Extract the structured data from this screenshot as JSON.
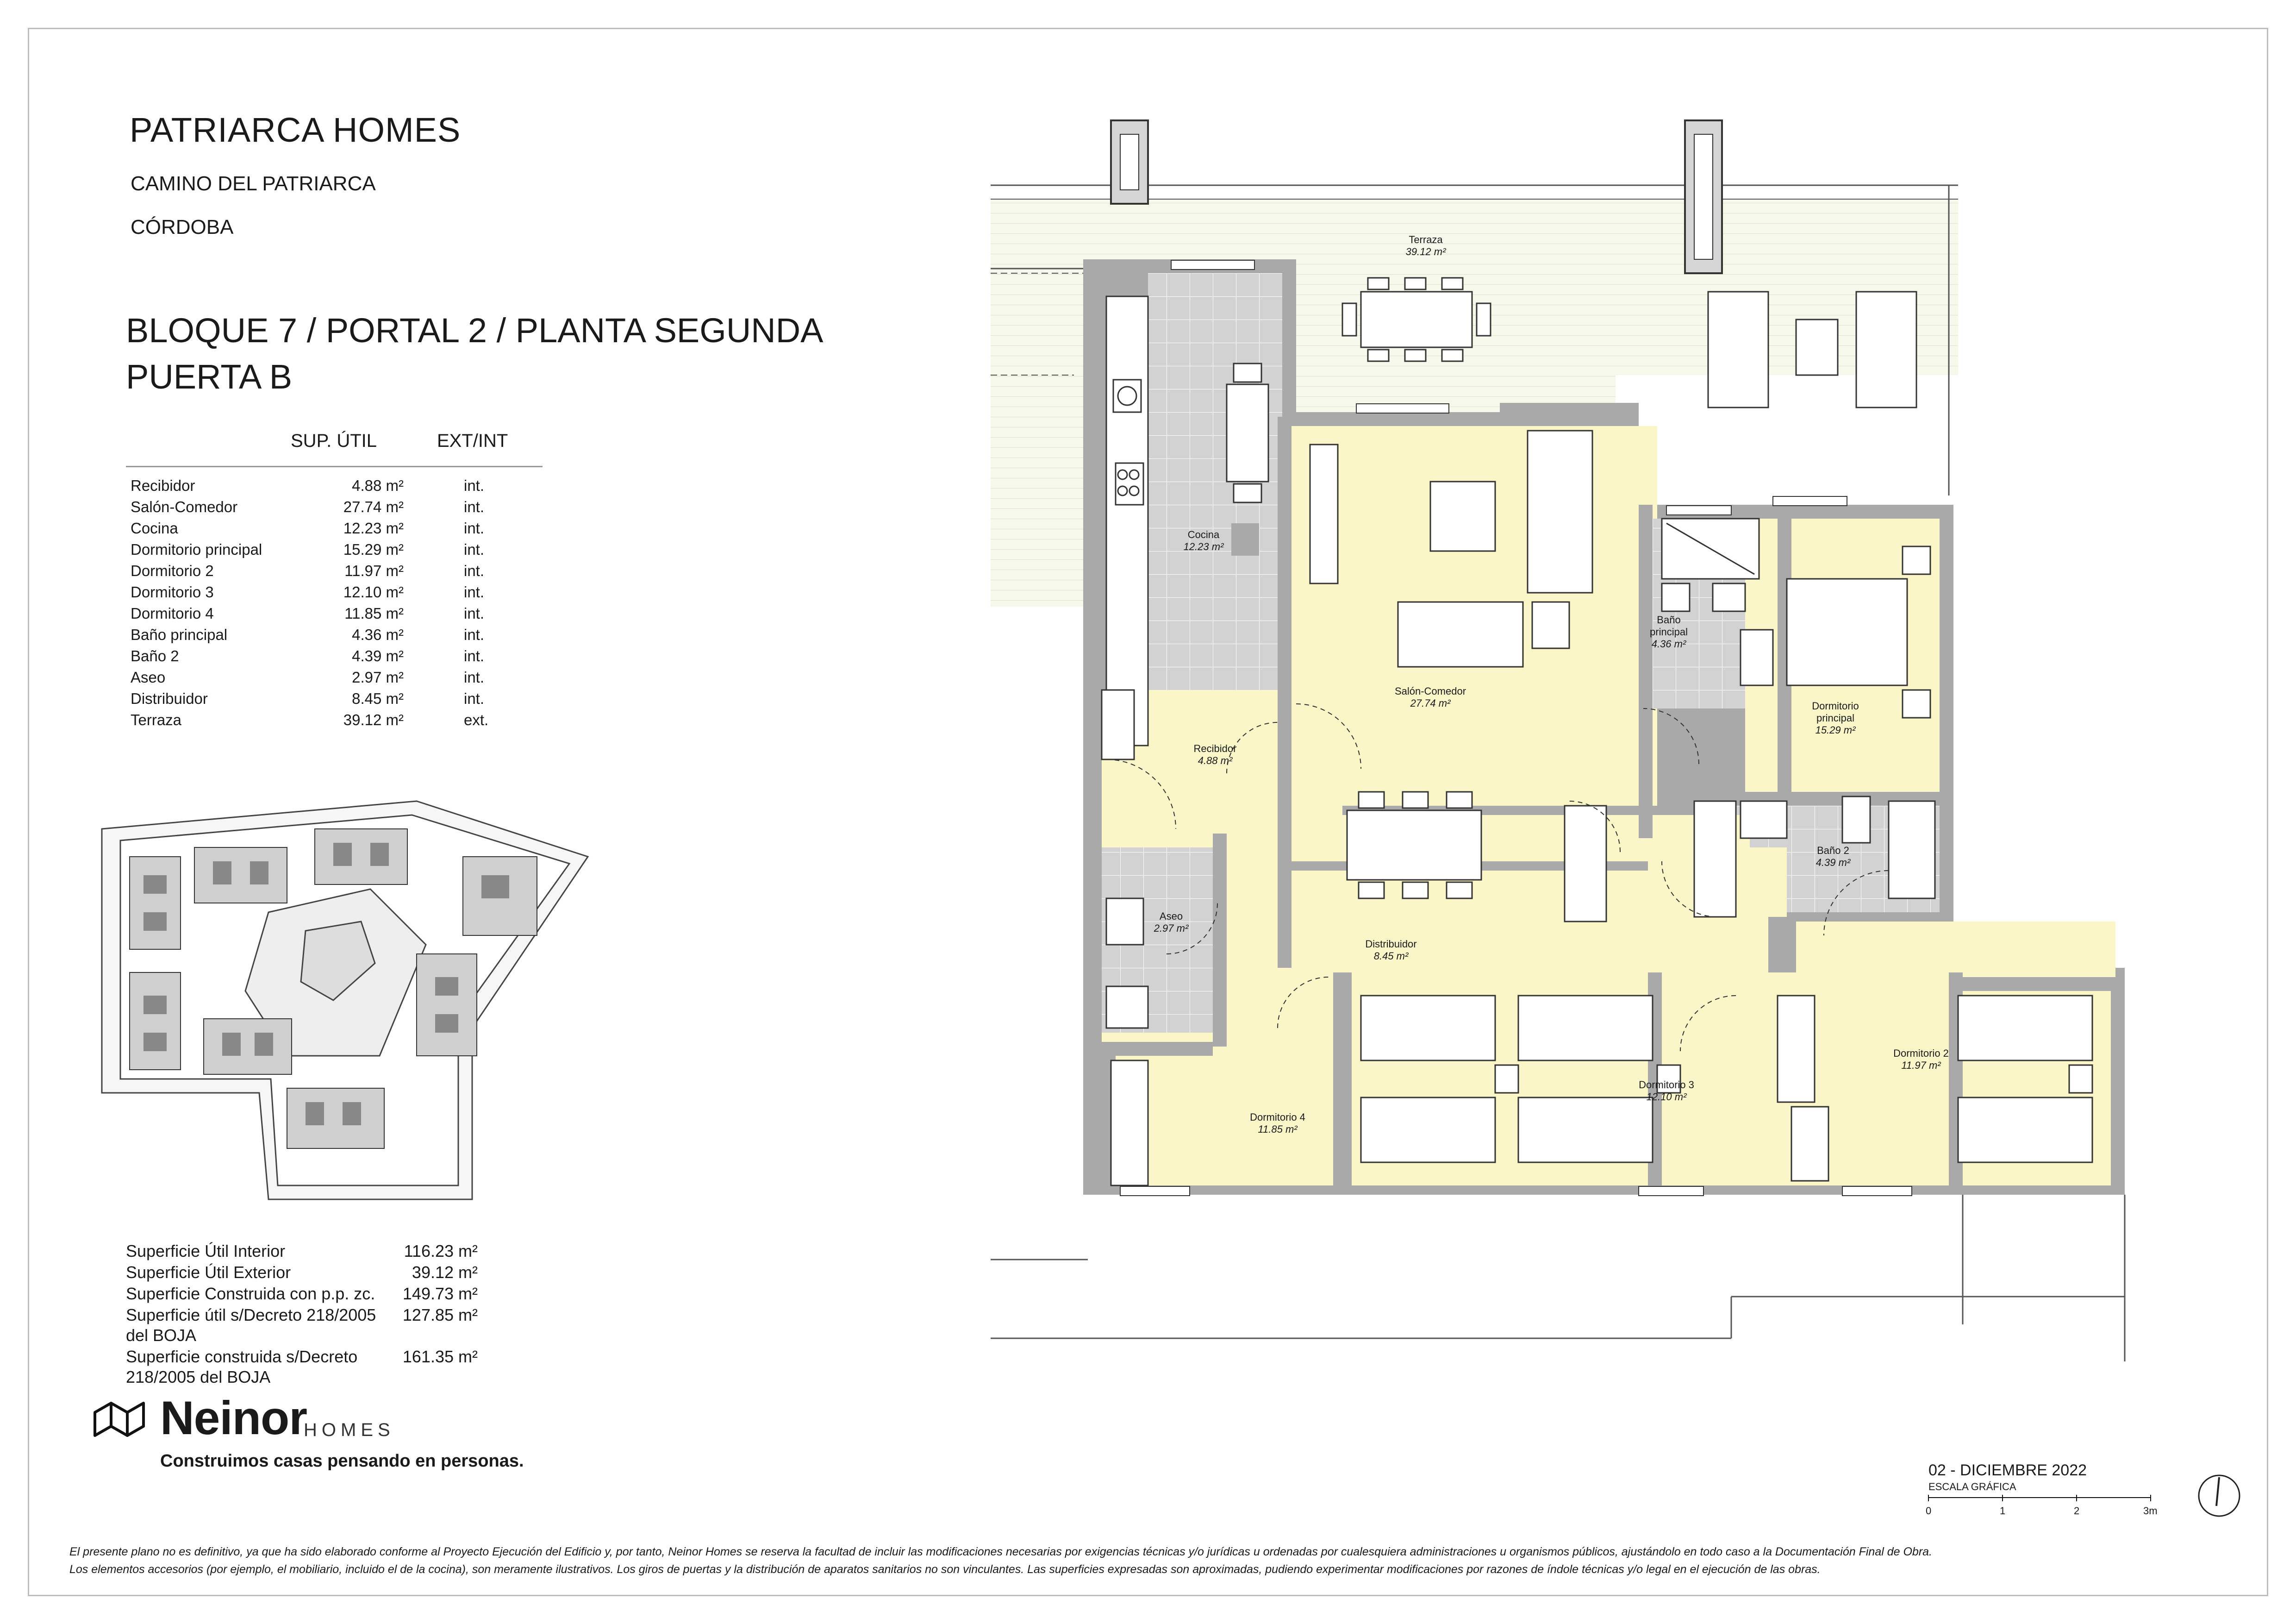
{
  "header": {
    "brand": "PATRIARCA HOMES",
    "street": "CAMINO DEL PATRIARCA",
    "city": "CÓRDOBA",
    "unit_line1": "BLOQUE 7 / PORTAL 2 / PLANTA SEGUNDA",
    "unit_line2": "PUERTA B"
  },
  "table": {
    "col_area": "SUP. ÚTIL",
    "col_type": "EXT/INT",
    "rows": [
      {
        "name": "Recibidor",
        "area": "4.88 m²",
        "type": "int."
      },
      {
        "name": "Salón-Comedor",
        "area": "27.74 m²",
        "type": "int."
      },
      {
        "name": "Cocina",
        "area": "12.23 m²",
        "type": "int."
      },
      {
        "name": "Dormitorio principal",
        "area": "15.29 m²",
        "type": "int."
      },
      {
        "name": "Dormitorio 2",
        "area": "11.97 m²",
        "type": "int."
      },
      {
        "name": "Dormitorio 3",
        "area": "12.10 m²",
        "type": "int."
      },
      {
        "name": "Dormitorio 4",
        "area": "11.85 m²",
        "type": "int."
      },
      {
        "name": "Baño principal",
        "area": "4.36 m²",
        "type": "int."
      },
      {
        "name": "Baño 2",
        "area": "4.39 m²",
        "type": "int."
      },
      {
        "name": "Aseo",
        "area": "2.97 m²",
        "type": "int."
      },
      {
        "name": "Distribuidor",
        "area": "8.45 m²",
        "type": "int."
      },
      {
        "name": "Terraza",
        "area": "39.12 m²",
        "type": "ext."
      }
    ]
  },
  "totals": [
    {
      "label": "Superficie Útil Interior",
      "value": "116.23 m²"
    },
    {
      "label": "Superficie Útil Exterior",
      "value": "39.12 m²"
    },
    {
      "label": "Superficie Construida con p.p. zc.",
      "value": "149.73 m²"
    },
    {
      "label": "Superficie útil s/Decreto 218/2005 del BOJA",
      "value": "127.85 m²"
    },
    {
      "label": "Superficie construida s/Decreto 218/2005 del BOJA",
      "value": "161.35 m²"
    }
  ],
  "logo": {
    "name": "Neinor",
    "suffix": "HOMES",
    "tagline": "Construimos casas pensando en personas."
  },
  "scale": {
    "date": "02 - DICIEMBRE 2022",
    "label": "ESCALA GRÁFICA",
    "ticks": [
      "0",
      "1",
      "2",
      "3m"
    ]
  },
  "disclaimer": {
    "line1": "El presente plano no es definitivo, ya que ha sido elaborado conforme al Proyecto Ejecución del Edificio y, por tanto, Neinor Homes se reserva la facultad de incluir las modificaciones necesarias por exigencias técnicas y/o jurídicas u ordenadas por cualesquiera administraciones u organismos públicos, ajustándolo en todo caso a la Documentación Final de Obra.",
    "line2": "Los elementos accesorios (por ejemplo, el mobiliario, incluido el de la cocina), son meramente ilustrativos. Los giros de puertas y la distribución de aparatos sanitarios no son vinculantes. Las superficies expresadas son aproximadas, pudiendo experimentar modificaciones por razones de índole técnicas y/o legal en el ejecución de las obras."
  },
  "plan": {
    "rooms": [
      {
        "name": "Terraza",
        "area": "39.12 m²"
      },
      {
        "name": "Cocina",
        "area": "12.23 m²"
      },
      {
        "name": "Salón-Comedor",
        "area": "27.74 m²"
      },
      {
        "name": "Baño principal",
        "area": "4.36 m²"
      },
      {
        "name": "Dormitorio principal",
        "area": "15.29 m²"
      },
      {
        "name": "Recibidor",
        "area": "4.88 m²"
      },
      {
        "name": "Baño 2",
        "area": "4.39 m²"
      },
      {
        "name": "Aseo",
        "area": "2.97 m²"
      },
      {
        "name": "Distribuidor",
        "area": "8.45 m²"
      },
      {
        "name": "Dormitorio 2",
        "area": "11.97 m²"
      },
      {
        "name": "Dormitorio 3",
        "area": "12.10 m²"
      },
      {
        "name": "Dormitorio 4",
        "area": "11.85 m²"
      }
    ],
    "colors": {
      "room": "#fbf6c8",
      "kitchen": "#d2d2d2",
      "wall": "#a9a9a9",
      "terrace": "#f7f8ec"
    }
  }
}
